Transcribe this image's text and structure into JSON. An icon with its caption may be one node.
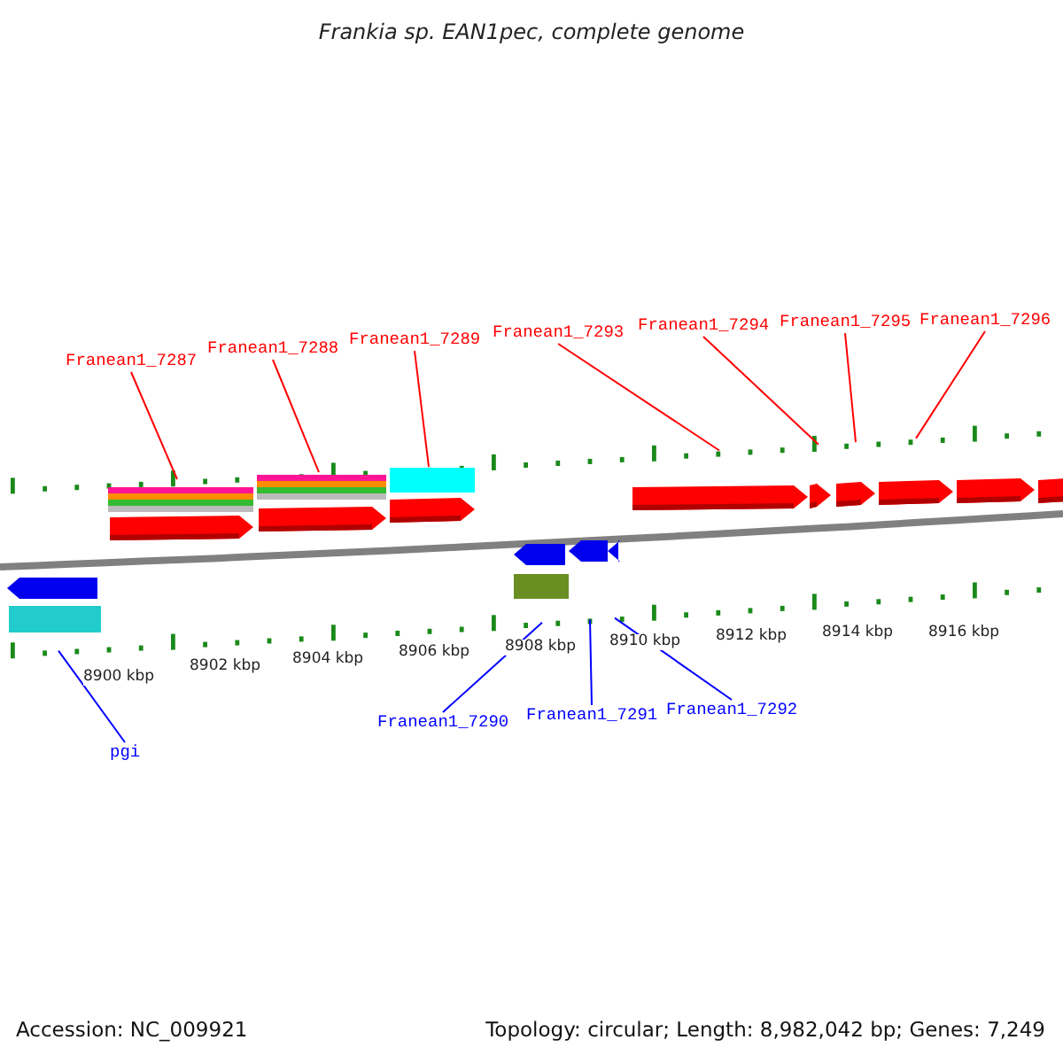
{
  "diagram": {
    "title": "Frankia sp. EAN1pec, complete genome",
    "nodes": [
      {
        "text": [
          "Franean1_7287"
        ]
      },
      {
        "text": [
          "Franean1_7288"
        ]
      },
      {
        "text": [
          "Franean1_7289"
        ]
      },
      {
        "text": [
          "Franean1_7293"
        ]
      },
      {
        "text": [
          "Franean1_7294"
        ]
      },
      {
        "text": [
          "Franean1_7295"
        ]
      },
      {
        "text": [
          "Franean1_7296"
        ]
      },
      {
        "text": [
          "pgi"
        ]
      },
      {
        "text": [
          "Franean1_7290"
        ]
      },
      {
        "text": [
          "Franean1_7291"
        ]
      },
      {
        "text": [
          "Franean1_7292"
        ]
      },
      {
        "text": [],
        "shape": "track"
      },
      {
        "text": [],
        "shape": "track"
      }
    ],
    "edges": [
      {
        "from": 0,
        "to": 11,
        "arrow": "none"
      },
      {
        "from": 1,
        "to": 11,
        "arrow": "none"
      },
      {
        "from": 2,
        "to": 11,
        "arrow": "none"
      },
      {
        "from": 3,
        "to": 11,
        "arrow": "none"
      },
      {
        "from": 4,
        "to": 11,
        "arrow": "none"
      },
      {
        "from": 5,
        "to": 11,
        "arrow": "none"
      },
      {
        "from": 6,
        "to": 11,
        "arrow": "none"
      },
      {
        "from": 7,
        "to": 12,
        "arrow": "none",
        "color": "#0000ff"
      },
      {
        "from": 8,
        "to": 12,
        "arrow": "none",
        "color": "#0000ff"
      },
      {
        "from": 9,
        "to": 12,
        "arrow": "none",
        "color": "#0000ff"
      },
      {
        "from": 10,
        "to": 12,
        "arrow": "none",
        "color": "#0000ff"
      }
    ],
    "labels": [
      "8900 kbp",
      "8902 kbp",
      "8904 kbp",
      "8906 kbp",
      "8908 kbp",
      "8910 kbp",
      "8912 kbp",
      "8914 kbp",
      "8916 kbp",
      "Accession: NC_009921",
      "Topology: circular; Length: 8,982,042 bp; Genes: 7,249"
    ]
  }
}
